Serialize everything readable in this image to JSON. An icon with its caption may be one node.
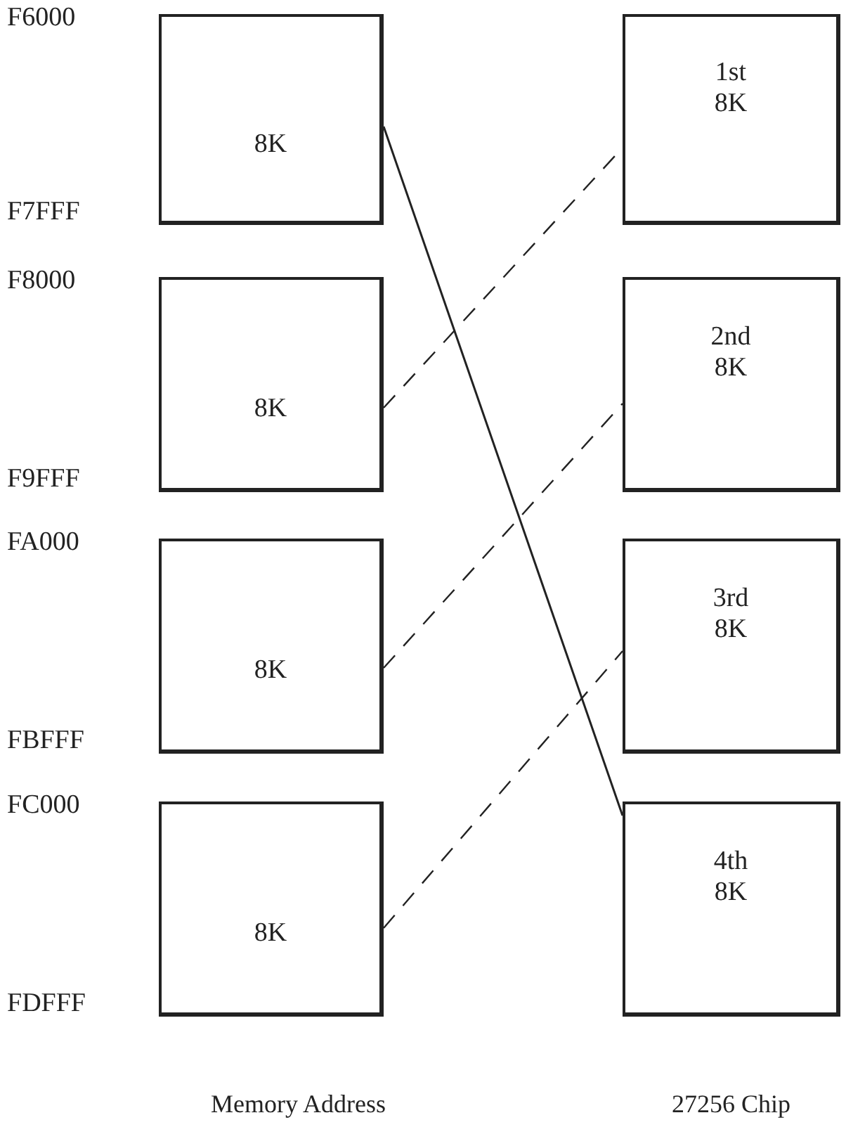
{
  "diagram": {
    "nodes": [
      {
        "text": [
          "8K"
        ],
        "beside": [
          "F6000",
          "F7FFF"
        ]
      },
      {
        "text": [
          "8K"
        ],
        "beside": [
          "F8000",
          "F9FFF"
        ]
      },
      {
        "text": [
          "8K"
        ],
        "beside": [
          "FA000",
          "FBFFF"
        ]
      },
      {
        "text": [
          "8K"
        ],
        "beside": [
          "FC000",
          "FDFFF"
        ]
      },
      {
        "text": [
          "1st 8K"
        ]
      },
      {
        "text": [
          "2nd 8K"
        ]
      },
      {
        "text": [
          "3rd 8K"
        ]
      },
      {
        "text": [
          "4th 8K"
        ]
      }
    ],
    "edges": [
      {
        "from": 0,
        "to": 7,
        "arrow": "none"
      },
      {
        "from": 1,
        "to": 4,
        "arrow": "none",
        "style": "dashed"
      },
      {
        "from": 2,
        "to": 5,
        "arrow": "none",
        "style": "dashed"
      },
      {
        "from": 3,
        "to": 6,
        "arrow": "none",
        "style": "dashed"
      }
    ],
    "labels": [
      "Memory Address",
      "27256 Chip"
    ]
  }
}
